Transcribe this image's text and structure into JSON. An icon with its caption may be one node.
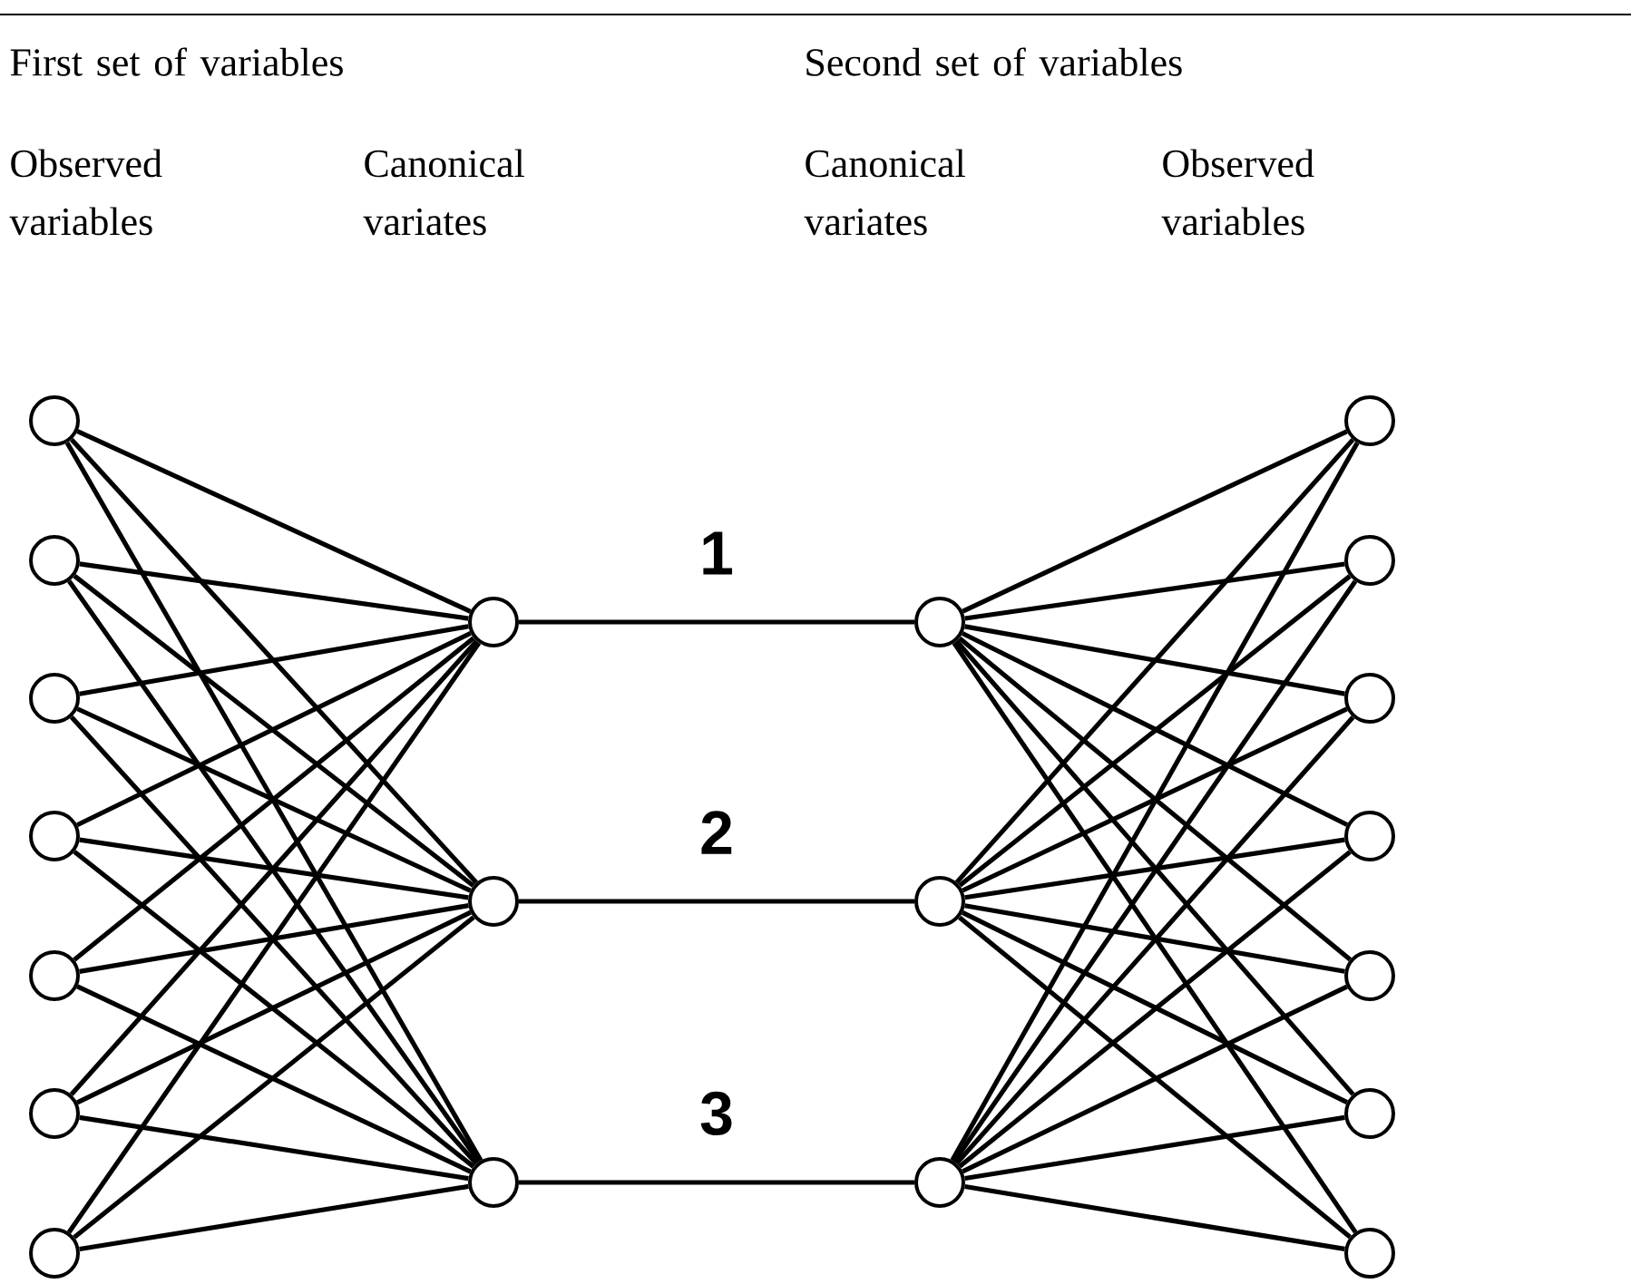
{
  "diagram": {
    "nodes": [
      {
        "text": [],
        "shape": "circle"
      },
      {
        "text": [],
        "shape": "circle"
      },
      {
        "text": [],
        "shape": "circle"
      },
      {
        "text": [],
        "shape": "circle"
      },
      {
        "text": [],
        "shape": "circle"
      },
      {
        "text": [],
        "shape": "circle"
      },
      {
        "text": [],
        "shape": "circle"
      },
      {
        "text": [],
        "shape": "circle"
      },
      {
        "text": [],
        "shape": "circle"
      },
      {
        "text": [],
        "shape": "circle"
      },
      {
        "text": [],
        "shape": "circle"
      },
      {
        "text": [],
        "shape": "circle"
      },
      {
        "text": [],
        "shape": "circle"
      },
      {
        "text": [],
        "shape": "circle"
      },
      {
        "text": [],
        "shape": "circle"
      },
      {
        "text": [],
        "shape": "circle"
      },
      {
        "text": [],
        "shape": "circle"
      },
      {
        "text": [],
        "shape": "circle"
      },
      {
        "text": [],
        "shape": "circle"
      },
      {
        "text": [],
        "shape": "circle"
      }
    ],
    "edges": [
      {
        "from": 0,
        "to": 7,
        "arrow": "none"
      },
      {
        "from": 0,
        "to": 8,
        "arrow": "none"
      },
      {
        "from": 0,
        "to": 9,
        "arrow": "none"
      },
      {
        "from": 1,
        "to": 7,
        "arrow": "none"
      },
      {
        "from": 1,
        "to": 8,
        "arrow": "none"
      },
      {
        "from": 1,
        "to": 9,
        "arrow": "none"
      },
      {
        "from": 2,
        "to": 7,
        "arrow": "none"
      },
      {
        "from": 2,
        "to": 8,
        "arrow": "none"
      },
      {
        "from": 2,
        "to": 9,
        "arrow": "none"
      },
      {
        "from": 3,
        "to": 7,
        "arrow": "none"
      },
      {
        "from": 3,
        "to": 8,
        "arrow": "none"
      },
      {
        "from": 3,
        "to": 9,
        "arrow": "none"
      },
      {
        "from": 4,
        "to": 7,
        "arrow": "none"
      },
      {
        "from": 4,
        "to": 8,
        "arrow": "none"
      },
      {
        "from": 4,
        "to": 9,
        "arrow": "none"
      },
      {
        "from": 5,
        "to": 7,
        "arrow": "none"
      },
      {
        "from": 5,
        "to": 8,
        "arrow": "none"
      },
      {
        "from": 5,
        "to": 9,
        "arrow": "none"
      },
      {
        "from": 6,
        "to": 7,
        "arrow": "none"
      },
      {
        "from": 6,
        "to": 8,
        "arrow": "none"
      },
      {
        "from": 6,
        "to": 9,
        "arrow": "none"
      },
      {
        "from": 7,
        "to": 10,
        "arrow": "none",
        "label": "1"
      },
      {
        "from": 8,
        "to": 11,
        "arrow": "none",
        "label": "2"
      },
      {
        "from": 9,
        "to": 12,
        "arrow": "none",
        "label": "3"
      },
      {
        "from": 10,
        "to": 13,
        "arrow": "none"
      },
      {
        "from": 10,
        "to": 14,
        "arrow": "none"
      },
      {
        "from": 10,
        "to": 15,
        "arrow": "none"
      },
      {
        "from": 10,
        "to": 16,
        "arrow": "none"
      },
      {
        "from": 10,
        "to": 17,
        "arrow": "none"
      },
      {
        "from": 10,
        "to": 18,
        "arrow": "none"
      },
      {
        "from": 10,
        "to": 19,
        "arrow": "none"
      },
      {
        "from": 11,
        "to": 13,
        "arrow": "none"
      },
      {
        "from": 11,
        "to": 14,
        "arrow": "none"
      },
      {
        "from": 11,
        "to": 15,
        "arrow": "none"
      },
      {
        "from": 11,
        "to": 16,
        "arrow": "none"
      },
      {
        "from": 11,
        "to": 17,
        "arrow": "none"
      },
      {
        "from": 11,
        "to": 18,
        "arrow": "none"
      },
      {
        "from": 11,
        "to": 19,
        "arrow": "none"
      },
      {
        "from": 12,
        "to": 13,
        "arrow": "none"
      },
      {
        "from": 12,
        "to": 14,
        "arrow": "none"
      },
      {
        "from": 12,
        "to": 15,
        "arrow": "none"
      },
      {
        "from": 12,
        "to": 16,
        "arrow": "none"
      },
      {
        "from": 12,
        "to": 17,
        "arrow": "none"
      },
      {
        "from": 12,
        "to": 18,
        "arrow": "none"
      },
      {
        "from": 12,
        "to": 19,
        "arrow": "none"
      }
    ],
    "labels": [
      "First set of variables",
      "Second set of variables",
      "Observed variables",
      "Canonical variates",
      "Canonical variates",
      "Observed variables"
    ]
  }
}
